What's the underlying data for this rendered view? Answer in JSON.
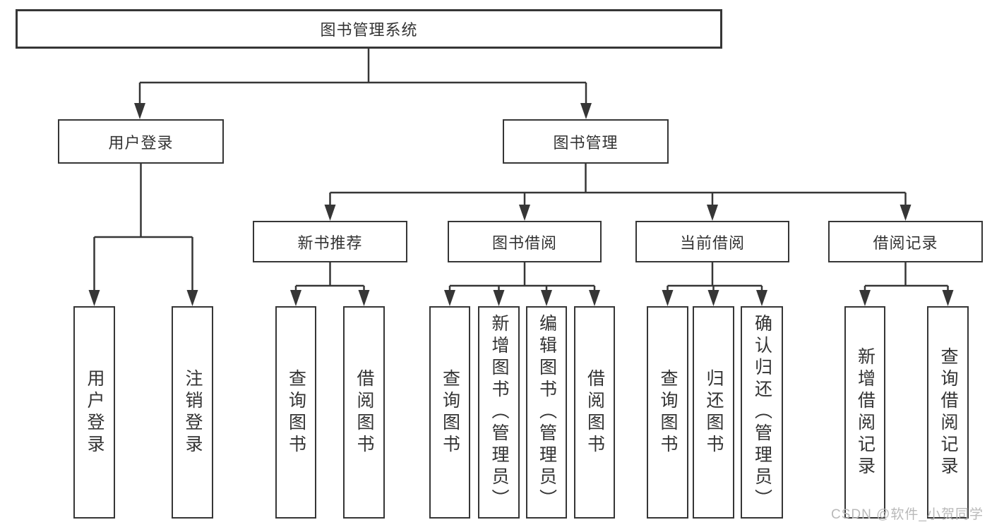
{
  "diagram": {
    "title": "图书管理系统",
    "root": "图书管理系统",
    "level2": [
      "用户登录",
      "图书管理"
    ],
    "level3": [
      "新书推荐",
      "图书借阅",
      "当前借阅",
      "借阅记录"
    ],
    "leafGroups": [
      {
        "parent": "用户登录",
        "children": [
          "用户登录",
          "注销登录"
        ]
      },
      {
        "parent": "新书推荐",
        "children": [
          "查询图书",
          "借阅图书"
        ]
      },
      {
        "parent": "图书借阅",
        "children": [
          "查询图书",
          "新增图书（管理员）",
          "编辑图书（管理员）",
          "借阅图书"
        ]
      },
      {
        "parent": "当前借阅",
        "children": [
          "查询图书",
          "归还图书",
          "确认归还（管理员）"
        ]
      },
      {
        "parent": "借阅记录",
        "children": [
          "新增借阅记录",
          "查询借阅记录"
        ]
      }
    ]
  },
  "watermark": "CSDN @软件_小贺同学",
  "colors": {
    "line": "#363636",
    "text": "#333333",
    "watermark": "#b9b9b9",
    "background": "#ffffff"
  }
}
